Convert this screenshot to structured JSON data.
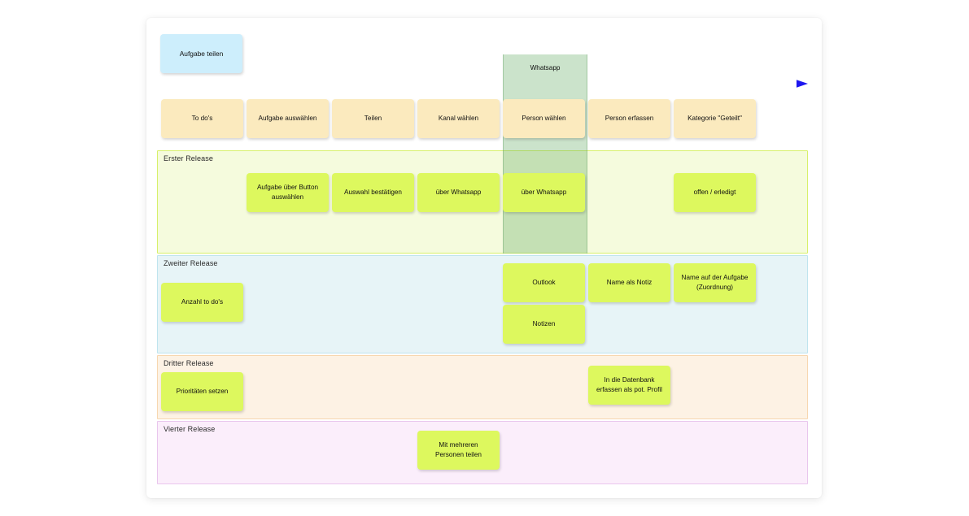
{
  "board": {
    "background_color": "#ffffff",
    "page_background_color": "#ffffff"
  },
  "activity": {
    "label": "Aufgabe teilen",
    "color": "#cdeefc"
  },
  "timeline": {
    "start_color": "#00e5ff",
    "end_color": "#1d16ef",
    "arrowhead": "right-arrow"
  },
  "highlight_column": {
    "label": "Whatsapp",
    "color": "#5ca85c"
  },
  "steps": {
    "color": "#fbeabe",
    "items": [
      {
        "label": "To do's"
      },
      {
        "label": "Aufgabe auswählen"
      },
      {
        "label": "Teilen"
      },
      {
        "label": "Kanal wählen"
      },
      {
        "label": "Person wählen"
      },
      {
        "label": "Person erfassen"
      },
      {
        "label": "Kategorie \"Geteilt\""
      }
    ]
  },
  "note_color": "#ddf85e",
  "releases": [
    {
      "name": "Erster Release",
      "band_color": "#f5fbdd",
      "border_color": "#d7f06a",
      "notes": [
        {
          "label": "Aufgabe über Button\nauswählen",
          "column": 1
        },
        {
          "label": "Auswahl bestätigen",
          "column": 2
        },
        {
          "label": "über Whatsapp",
          "column": 3
        },
        {
          "label": "über Whatsapp",
          "column": 4
        },
        {
          "label": "offen / erledigt",
          "column": 6
        }
      ]
    },
    {
      "name": "Zweiter Release",
      "band_color": "#e7f4f7",
      "border_color": "#bfe4ee",
      "notes": [
        {
          "label": "Anzahl to do's",
          "column": 0
        },
        {
          "label": "Outlook",
          "column": 4
        },
        {
          "label": "Name als Notiz",
          "column": 5
        },
        {
          "label": "Name auf der Aufgabe\n(Zuordnung)",
          "column": 6
        },
        {
          "label": "Notizen",
          "column": 4
        }
      ]
    },
    {
      "name": "Dritter Release",
      "band_color": "#fdf2e4",
      "border_color": "#f7d7b0",
      "notes": [
        {
          "label": "Prioritäten setzen",
          "column": 0
        },
        {
          "label": "In die Datenbank\nerfassen als pot. Profil",
          "column": 5
        }
      ]
    },
    {
      "name": "Vierter Release",
      "band_color": "#fbeefb",
      "border_color": "#e9c6ed",
      "notes": [
        {
          "label": "Mit mehreren\nPersonen teilen",
          "column": 3
        }
      ]
    }
  ]
}
